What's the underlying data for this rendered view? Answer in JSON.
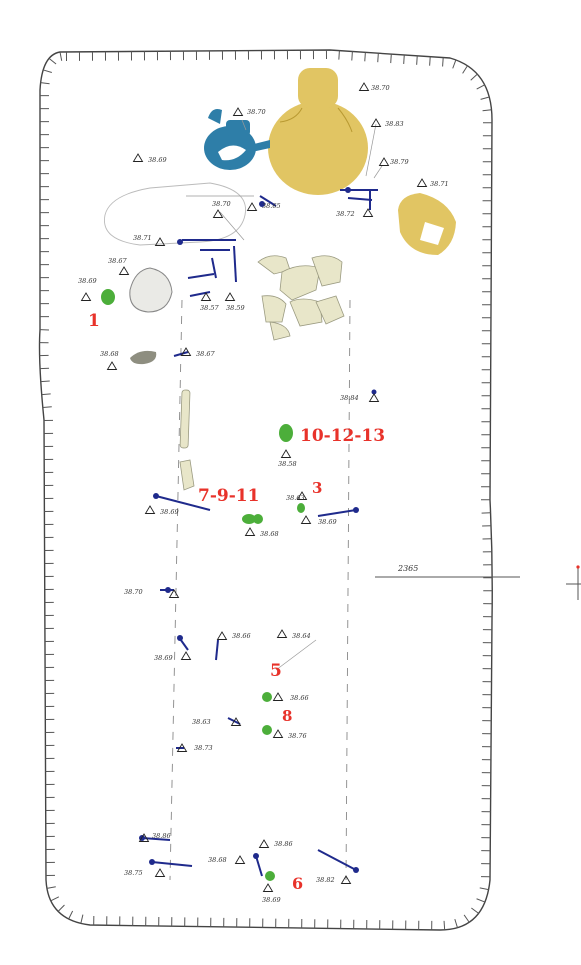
{
  "finds": [
    "1",
    "10-12-13",
    "3",
    "7-9-11",
    "5",
    "8",
    "6"
  ],
  "levels": [
    "38.70",
    "38.70",
    "38.83",
    "38.69",
    "38.79",
    "38.71",
    "38.70",
    "38.65",
    "38.72",
    "38.71",
    "38.67",
    "38.69",
    "38.57",
    "38.59",
    "38.68",
    "38.67",
    "38.84",
    "38.58",
    "38.63",
    "38.69",
    "38.69",
    "38.68",
    "38.70",
    "38.66",
    "38.64",
    "38.69",
    "38.66",
    "38.63",
    "38.76",
    "38.73",
    "38.86",
    "38.86",
    "38.75",
    "38.68",
    "38.82",
    "38.69"
  ],
  "scale_label": "2365",
  "colors": {
    "green": "#4cae3a",
    "red": "#e8322a",
    "blue_vessel": "#2e7ea8",
    "gold_vessel": "#e1c563",
    "dark_blue": "#1f2a8c"
  }
}
